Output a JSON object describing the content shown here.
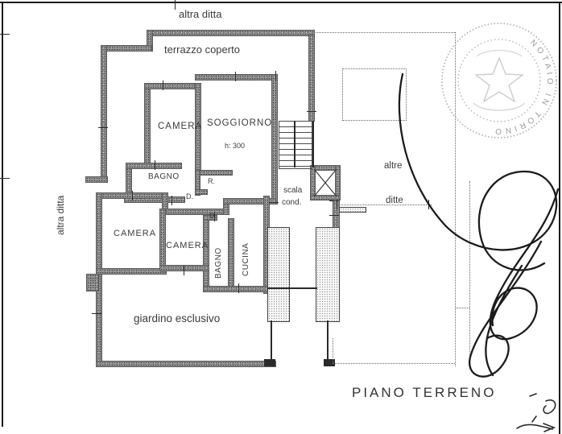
{
  "labels": {
    "altra_ditta_top": "altra ditta",
    "altra_ditta_left": "altra ditta",
    "terrazzo_coperto": "terrazzo coperto",
    "camera_top": "CAMERA",
    "soggiorno": "SOGGIORNO",
    "soggiorno_height": "h: 300",
    "bagno_top": "BAGNO",
    "ripostiglio": "R.",
    "disimpegno_top": "D.",
    "disimpegno_mid": "D.",
    "camera_left": "CAMERA",
    "camera_center": "CAMERA",
    "bagno_bottom": "BAGNO",
    "cucina": "CUCINA",
    "scala_cond_line1": "scala",
    "scala_cond_line2": "cond.",
    "altre": "altre",
    "ditte": "ditte",
    "giardino_esclusivo": "giardino esclusivo",
    "piano_terreno": "PIANO TERRENO"
  },
  "stamp": {
    "ring_text": "NOTAIO  IN  TORINO"
  },
  "colors": {
    "ink": "#2b2b2b",
    "wall_gray": "#8c8c8c",
    "stamp_gray": "#a9a9a9"
  }
}
